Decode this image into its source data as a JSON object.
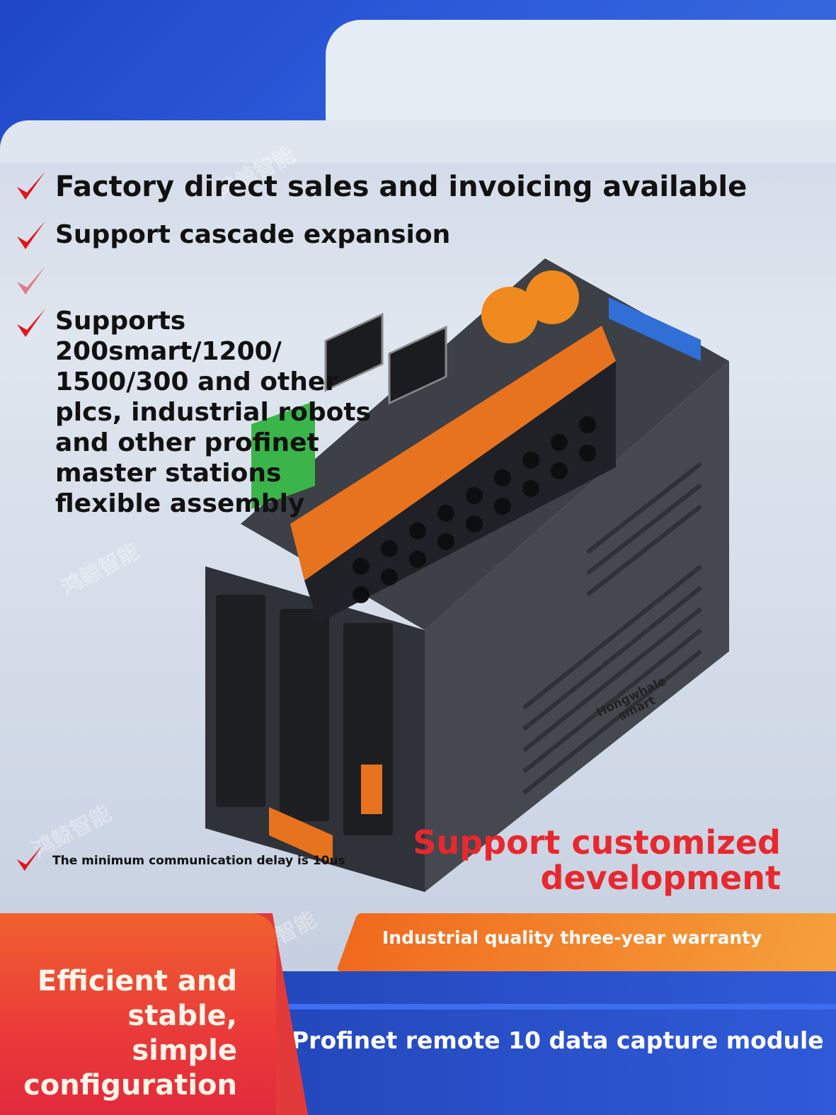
{
  "features": [
    "Factory direct sales and invoicing available",
    "Support cascade expansion",
    "",
    "Supports 200smart/1200/ 1500/300 and other plcs, industrial robots and other profinet master stations flexible assembly",
    "The minimum communication delay is 10us"
  ],
  "brand": {
    "line1": "Hongwhale",
    "line2": "smart"
  },
  "custom_dev": {
    "line1": "Support customized",
    "line2": "development"
  },
  "warranty": "Industrial quality three-year warranty",
  "efficient": {
    "line1": "Efficient and",
    "line2": "stable, simple",
    "line3": "configuration"
  },
  "product_name": "Profinet remote 10 data capture module",
  "watermark": "鸿鲸智能",
  "colors": {
    "accent_red": "#e8282e",
    "orange": "#f06a1e",
    "blue": "#2b59d8"
  }
}
